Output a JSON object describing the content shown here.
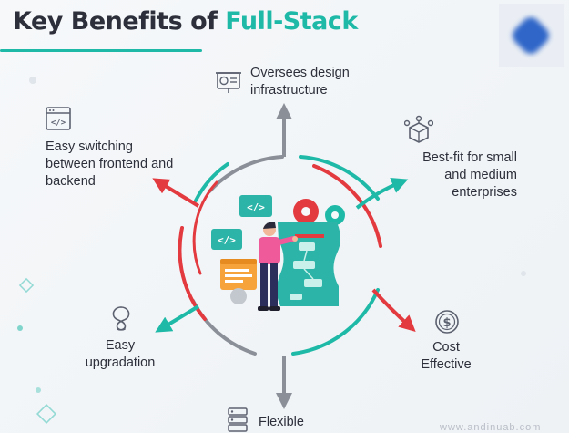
{
  "header": {
    "title_plain": "Key Benefits of ",
    "title_accent": "Full-Stack"
  },
  "benefits": [
    {
      "label": "Oversees design\ninfrastructure",
      "icon": "presentation-board-icon"
    },
    {
      "label": "Best-fit for small\nand medium\nenterprises",
      "icon": "cube-network-icon"
    },
    {
      "label": "Cost\nEffective",
      "icon": "dollar-coin-icon"
    },
    {
      "label": "Flexible",
      "icon": "server-stack-icon"
    },
    {
      "label": "Easy\nupgradation",
      "icon": "upgrade-swirl-icon"
    },
    {
      "label": "Easy switching\nbetween frontend and\nbackend",
      "icon": "code-window-icon"
    }
  ],
  "illustration": {
    "code_tag_1": "</>",
    "code_tag_2": "</>",
    "code_tag_3": "</>"
  },
  "colors": {
    "accent": "#1fb9a8",
    "red": "#e23a3f",
    "gray": "#8a8f98",
    "text": "#2d2f3a"
  },
  "footer": {
    "watermark": "www.andinuab.com"
  }
}
